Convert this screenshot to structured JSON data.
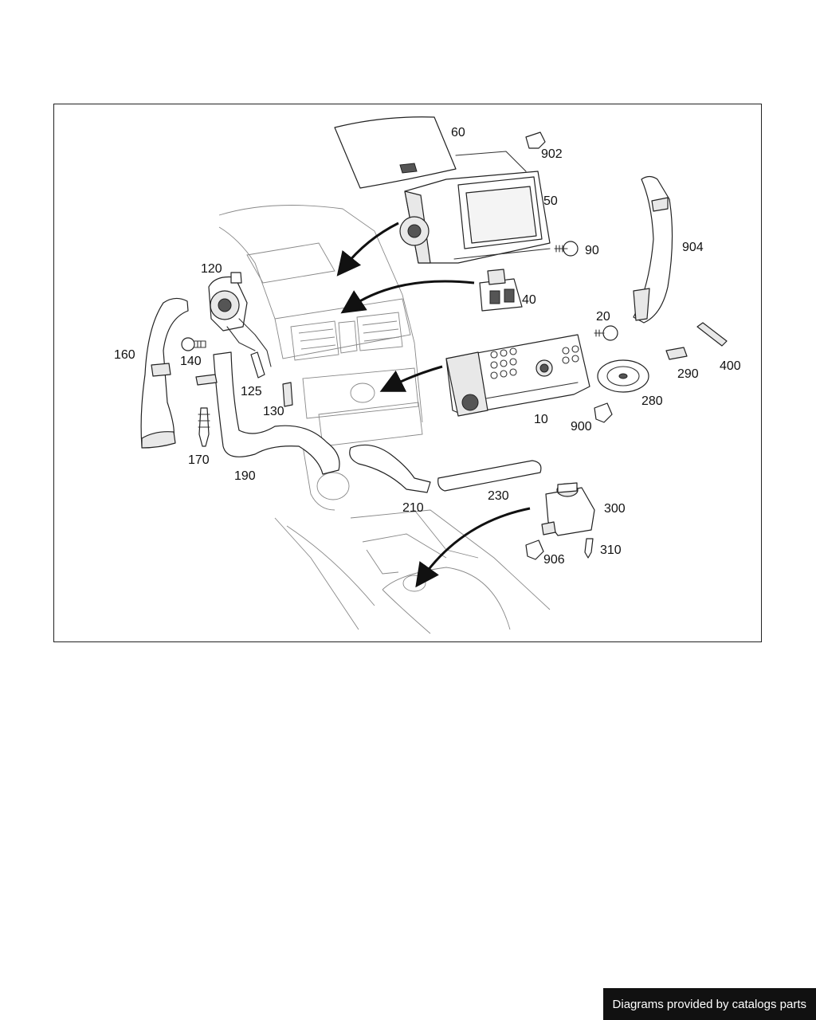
{
  "diagram": {
    "labels": {
      "p10": "10",
      "p20": "20",
      "p40": "40",
      "p50": "50",
      "p60": "60",
      "p90": "90",
      "p120": "120",
      "p125": "125",
      "p130": "130",
      "p140": "140",
      "p160": "160",
      "p170": "170",
      "p190": "190",
      "p210": "210",
      "p230": "230",
      "p280": "280",
      "p290": "290",
      "p300": "300",
      "p310": "310",
      "p400": "400",
      "p900": "900",
      "p902": "902",
      "p904": "904",
      "p906": "906"
    }
  },
  "footer": {
    "text": "Diagrams provided by catalogs parts"
  }
}
